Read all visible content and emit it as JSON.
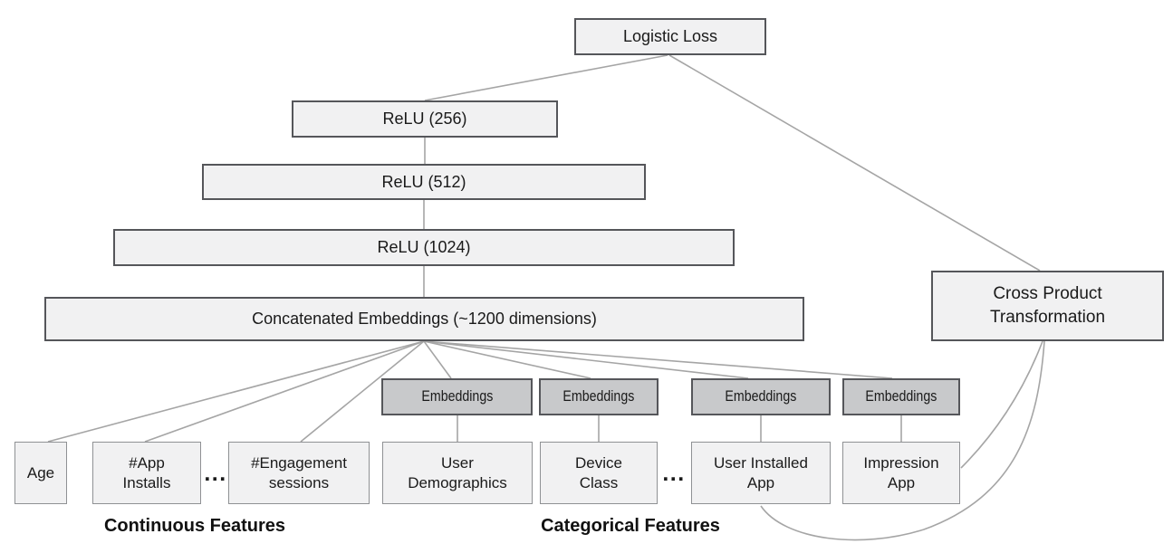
{
  "diagram": {
    "nodes": {
      "logistic_loss": "Logistic Loss",
      "relu_256": "ReLU (256)",
      "relu_512": "ReLU (512)",
      "relu_1024": "ReLU (1024)",
      "concat": "Concatenated Embeddings (~1200 dimensions)",
      "cross_product": "Cross Product\nTransformation",
      "embeddings": "Embeddings",
      "age": "Age",
      "app_installs": "#App\nInstalls",
      "engagement_sessions": "#Engagement\nsessions",
      "user_demographics": "User\nDemographics",
      "device_class": "Device\nClass",
      "user_installed_app": "User Installed\nApp",
      "impression_app": "Impression\nApp"
    },
    "ellipsis": "...",
    "group_labels": {
      "continuous": "Continuous Features",
      "categorical": "Categorical Features"
    },
    "colors": {
      "background": "#ffffff",
      "node_fill": "#f1f1f2",
      "embedding_fill": "#c8c9cb",
      "border_dark": "#55565a",
      "border_light": "#8f9194",
      "line": "#a5a5a5",
      "text": "#1a1a1a"
    }
  }
}
